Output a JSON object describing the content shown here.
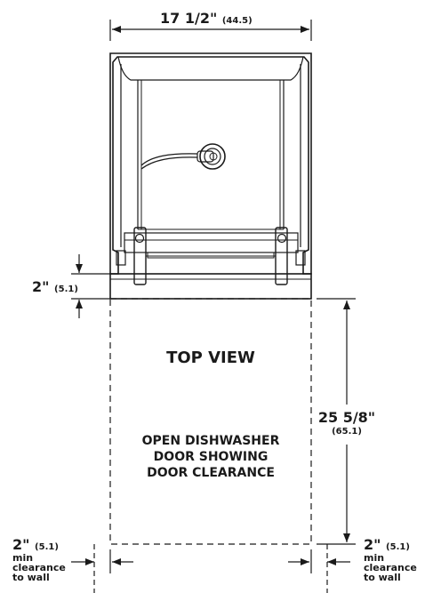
{
  "diagram": {
    "width_label": "17 1/2\"",
    "width_metric": "(44.5)",
    "door_thickness_label": "2\"",
    "door_thickness_metric": "(5.1)",
    "view_title": "TOP VIEW",
    "depth_label": "25 5/8\"",
    "depth_metric": "(65.1)",
    "description_line1": "OPEN DISHWASHER",
    "description_line2": "DOOR SHOWING",
    "description_line3": "DOOR CLEARANCE",
    "left_clearance": {
      "label": "2\"",
      "metric": "(5.1)",
      "line1": "min",
      "line2": "clearance",
      "line3": "to wall"
    },
    "right_clearance": {
      "label": "2\"",
      "metric": "(5.1)",
      "line1": "min",
      "line2": "clearance",
      "line3": "to wall"
    }
  }
}
